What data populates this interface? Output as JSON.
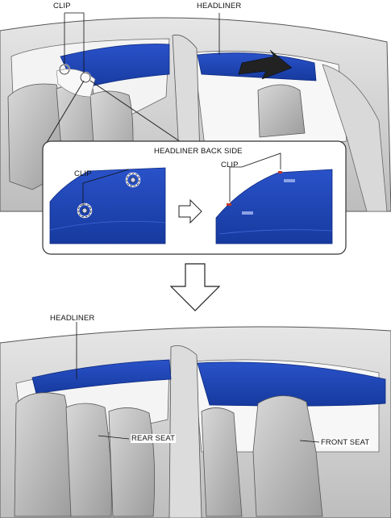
{
  "top_view": {
    "clip_label": "CLIP",
    "headliner_label": "HEADLINER"
  },
  "detail_inset": {
    "title": "HEADLINER BACK SIDE",
    "clip_label_before": "CLIP",
    "clip_label_after": "CLIP"
  },
  "bottom_view": {
    "headliner_label": "HEADLINER",
    "rear_seat_label": "REAR SEAT",
    "front_seat_label": "FRONT SEAT"
  },
  "colors": {
    "headliner_blue": "#1f45b8",
    "headliner_dark": "#12308c",
    "body_gray": "#cfcfcf",
    "seat_gray": "#b5b5b5",
    "outline": "#444444"
  },
  "icons": [
    "right-arrow-icon",
    "down-arrow-icon",
    "clip-circle-icon"
  ]
}
